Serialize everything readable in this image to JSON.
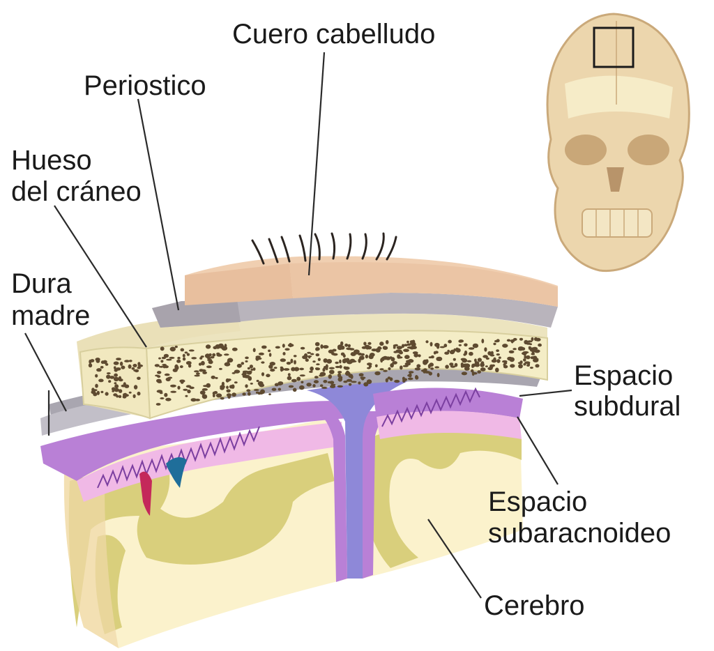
{
  "labels": {
    "scalp": "Cuero cabelludo",
    "periosteum": "Periostico",
    "bone_line1": "Hueso",
    "bone_line2": "del cráneo",
    "dura_line1": "Dura",
    "dura_line2": "madre",
    "subdural_line1": "Espacio",
    "subdural_line2": "subdural",
    "subarachnoid_line1": "Espacio",
    "subarachnoid_line2": "subaracnoideo",
    "brain": "Cerebro"
  },
  "colors": {
    "scalp": "#e8bf9e",
    "scalp_top": "#f0cfb1",
    "periosteum": "#b9b4bc",
    "bone": "#f4edc6",
    "bone_dots": "#5e4a30",
    "dura": "#a9a6b0",
    "arachnoid": "#b980d6",
    "subarachnoid": "#f0b9e6",
    "falx": "#8e88d8",
    "cortex_gray": "#d9cf7c",
    "white_matter": "#fbf2cc",
    "artery": "#c4285a",
    "vein": "#1f6e9a",
    "skull": "#ecd6ad"
  }
}
